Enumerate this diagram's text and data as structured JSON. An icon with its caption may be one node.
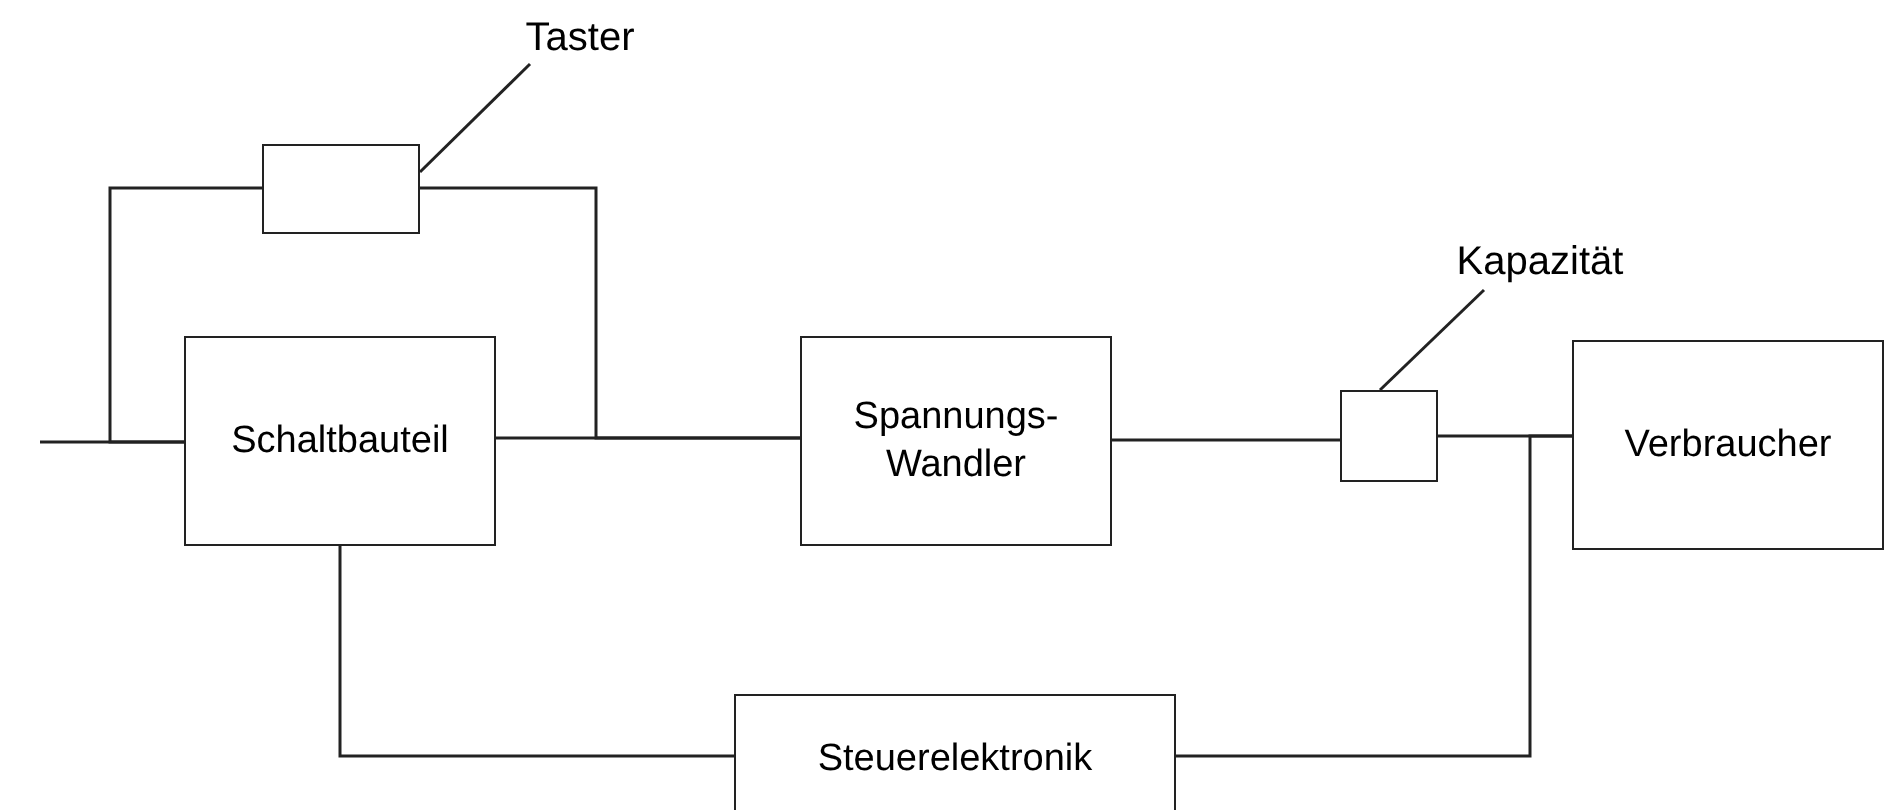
{
  "diagram": {
    "nodes": [
      {
        "text": [
          "Taster"
        ]
      },
      {
        "text": [],
        "shape": "box"
      },
      {
        "text": [
          "Schaltbauteil"
        ]
      },
      {
        "text": [
          "Spannungs- Wandler"
        ]
      },
      {
        "text": [
          "Kapazität"
        ]
      },
      {
        "text": [],
        "shape": "box"
      },
      {
        "text": [
          "Verbraucher"
        ]
      },
      {
        "text": [
          "Steuerelektronik"
        ]
      }
    ],
    "edges": [
      {
        "from": 0,
        "to": 1,
        "arrow": "none"
      },
      {
        "from": 4,
        "to": 5,
        "arrow": "none"
      },
      {
        "from": null,
        "to": 2,
        "arrow": "none"
      },
      {
        "from": 1,
        "to": 2,
        "arrow": "none"
      },
      {
        "from": 1,
        "to": 3,
        "arrow": "none"
      },
      {
        "from": 2,
        "to": 3,
        "arrow": "none"
      },
      {
        "from": 3,
        "to": 5,
        "arrow": "none"
      },
      {
        "from": 5,
        "to": 6,
        "arrow": "none"
      },
      {
        "from": 7,
        "to": 6,
        "arrow": "none"
      },
      {
        "from": 2,
        "to": 7,
        "arrow": "none"
      }
    ]
  }
}
